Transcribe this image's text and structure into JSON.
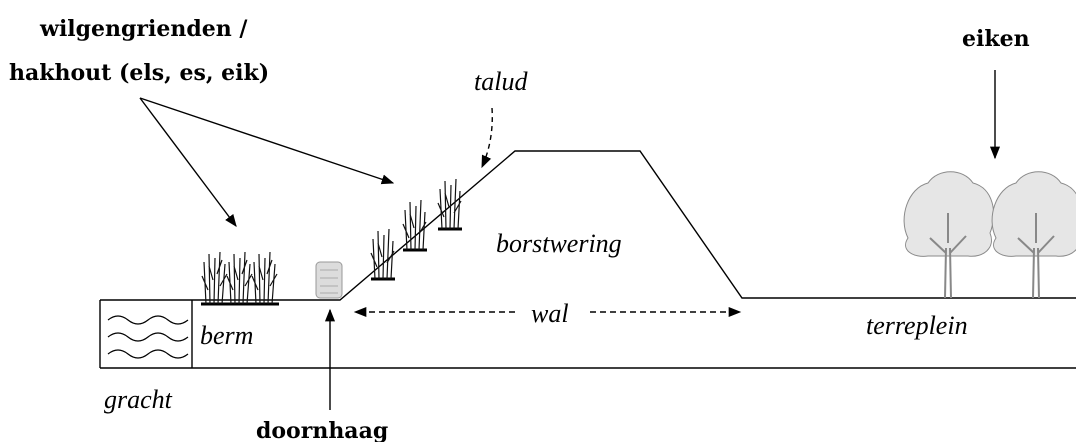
{
  "labels": {
    "willows_line1": "wilgengrienden /",
    "willows_line2": "hakhout (els, es, eik)",
    "oaks": "eiken",
    "slope": "talud",
    "parapet": "borstwering",
    "berm": "berm",
    "rampart": "wal",
    "terreplein": "terreplein",
    "moat": "gracht",
    "thorn_hedge": "doornhaag"
  },
  "icons": {
    "water": "water-wave-icon",
    "willow": "willow-shrub-icon",
    "hedge": "hedge-bundle-icon",
    "oak": "oak-tree-icon"
  },
  "colors": {
    "line": "#000000",
    "tree": "#8a8a8a",
    "background": "#ffffff"
  }
}
